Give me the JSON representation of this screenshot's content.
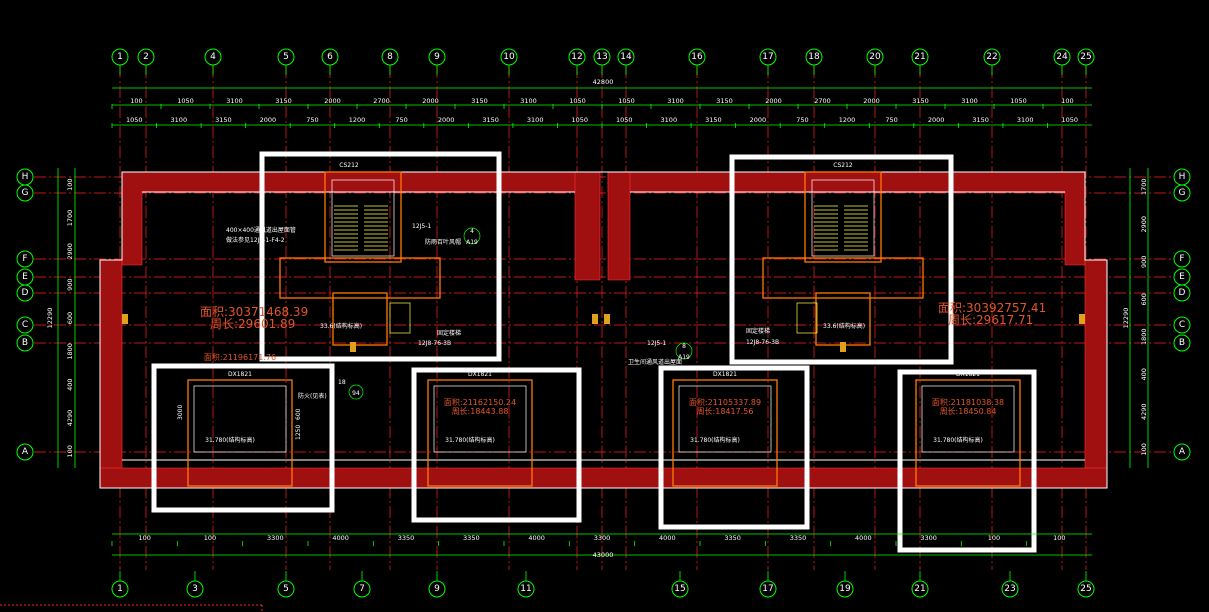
{
  "drawing": {
    "top_axes": [
      "1",
      "2",
      "4",
      "5",
      "6",
      "8",
      "9",
      "10",
      "12",
      "13",
      "14",
      "16",
      "17",
      "18",
      "20",
      "21",
      "22",
      "24",
      "25"
    ],
    "bottom_axes": [
      "1",
      "3",
      "5",
      "7",
      "9",
      "11",
      "15",
      "17",
      "19",
      "21",
      "23",
      "25"
    ],
    "side_axes": [
      "H",
      "G",
      "F",
      "E",
      "D",
      "C",
      "B",
      "A"
    ],
    "total_top": "42800",
    "total_bottom": "43000",
    "overall_depth": "12290",
    "top_dims_row1": [
      "100",
      "1050",
      "3100",
      "3150",
      "2000",
      "2700",
      "2000",
      "3150",
      "3100",
      "1050",
      "1050",
      "3100",
      "3150",
      "2000",
      "2700",
      "2000",
      "3150",
      "3100",
      "1050",
      "100"
    ],
    "top_dims_row2": [
      "1050",
      "3100",
      "3150",
      "2000",
      "750",
      "1200",
      "750",
      "2000",
      "3150",
      "3100",
      "1050",
      "1050",
      "3100",
      "3150",
      "2000",
      "750",
      "1200",
      "750",
      "2000",
      "3150",
      "3100",
      "1050"
    ],
    "bottom_dims": [
      "100",
      "100",
      "3300",
      "4000",
      "3350",
      "3350",
      "4000",
      "3300",
      "4000",
      "3350",
      "3350",
      "4000",
      "3300",
      "100",
      "100"
    ],
    "left_dims": [
      "100",
      "1700",
      "2900",
      "900",
      "600",
      "1800",
      "400",
      "4290",
      "100"
    ],
    "right_dims": [
      "1700",
      "2900",
      "900",
      "600",
      "1800",
      "400",
      "4290",
      "100"
    ],
    "area_left": "面积:30371468.39",
    "perim_left": "周长:29601.89",
    "area_right": "面积:30392757.41",
    "perim_right": "周长:29617.71",
    "room_labels": [
      {
        "area": "面积:21196171.76",
        "perim": "",
        "level": "31.780(结构标高)"
      },
      {
        "area": "面积:21162150.24",
        "perim": "周长:18443.88",
        "level": "31.780(结构标高)"
      },
      {
        "area": "面积:21105337.89",
        "perim": "周长:18417.56",
        "level": "31.780(结构标高)"
      },
      {
        "area": "面积:21181038.38",
        "perim": "周长:18450.84",
        "level": "31.780(结构标高)"
      }
    ],
    "stair_level": "33.6(结构标高)",
    "stair_ref": "12J8-76-3B",
    "stair_ref_label": "固定楼梯",
    "detail_ref": "12J5-1",
    "detail_ref2": "A19",
    "detail_num": "4",
    "detail_num2": "8",
    "detail_caption": "防雨百叶风帽",
    "detail_caption2": "卫生间通风道出屋面",
    "note_left_1": "400×400通风道出屋面管",
    "note_left_2": "做法参见12J5-1-F4-2",
    "room_tag": "DX1821",
    "stair_tag": "CS212",
    "dim_3000": "3000",
    "dim_1250": "1250",
    "dim_600": "600",
    "note_18": "18",
    "note_94": "94",
    "note_fire": "防火(见表)"
  },
  "colors": {
    "background": "#000000",
    "grid": "#00ff00",
    "wall": "#a01010",
    "room": "#ff7a00",
    "highlight": "#ffffff"
  }
}
